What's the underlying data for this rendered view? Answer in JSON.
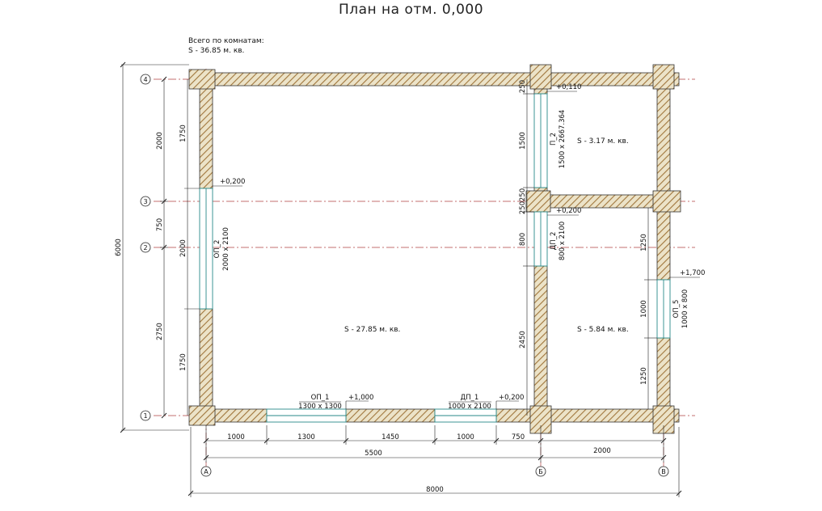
{
  "title": "План на отм. 0,000",
  "summary": {
    "heading": "Всего по комнатам:",
    "total": "S   -  36.85 м. кв."
  },
  "axes": {
    "rows": [
      "1",
      "2",
      "3",
      "4"
    ],
    "columns": [
      "А",
      "Б",
      "В"
    ]
  },
  "rooms": [
    {
      "label": "S   -  27.85 м. кв."
    },
    {
      "label": "S   -  3.17 м. кв."
    },
    {
      "label": "S   -  5.84 м. кв."
    }
  ],
  "openings": [
    {
      "mark": "ОП_1",
      "size": "1300 x 1300",
      "level": "+1,000"
    },
    {
      "mark": "ДП_1",
      "size": "1000 x 2100",
      "level": "+0,200"
    },
    {
      "mark": "ОП_2",
      "size": "2000 x 2100",
      "level": "+0,200"
    },
    {
      "mark": "П_2",
      "size": "1500 x 2667.364",
      "level": "+0,110"
    },
    {
      "mark": "ДП_2",
      "size": "800 x 2100",
      "level": "+0,200"
    },
    {
      "mark": "ОП_5",
      "size": "1000 x 800",
      "level": "+1,700"
    }
  ],
  "dimensions": {
    "bottom_row1": [
      "1000",
      "1300",
      "1450",
      "1000",
      "750",
      "2000"
    ],
    "bottom_row2": [
      "5500"
    ],
    "bottom_total": "8000",
    "left_outer": [
      "2000",
      "750",
      "2750"
    ],
    "left_total": "6000",
    "left_inner": [
      "1750",
      "2000",
      "1750"
    ],
    "mid_wall": [
      "250",
      "1500",
      "250",
      "250",
      "800",
      "2450"
    ],
    "right_wall": [
      "1250",
      "1000",
      "1250"
    ]
  }
}
